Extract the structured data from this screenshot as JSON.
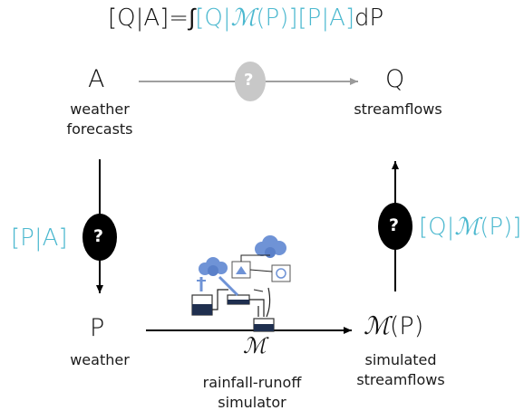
{
  "equation": {
    "lhs": "[Q|A]=∫",
    "term1_open": "[Q|",
    "term1_m": "ℳ",
    "term1_close": "(P)]",
    "term2": "[P|A]",
    "tail": "dP"
  },
  "nodes": {
    "A": {
      "symbol": "A",
      "label": "weather\nforecasts"
    },
    "Q": {
      "symbol": "Q",
      "label": "streamflows"
    },
    "P": {
      "symbol": "P",
      "label": "weather"
    },
    "MP": {
      "m": "ℳ",
      "rest": "(P)",
      "label": "simulated\nstreamflows"
    },
    "M": {
      "symbol": "ℳ",
      "label": "rainfall-runoff\nsimulator"
    }
  },
  "edges": {
    "A_to_P": {
      "label": "[P|A]",
      "badge": "?"
    },
    "A_to_Q": {
      "badge": "?"
    },
    "MP_to_Q": {
      "label_open": "[Q|",
      "label_m": "ℳ",
      "label_close": "(P)]",
      "badge": "?"
    }
  },
  "colors": {
    "accent": "#4bb8cf",
    "badge_dark": "#000000",
    "badge_grey": "#c8c8c8"
  }
}
